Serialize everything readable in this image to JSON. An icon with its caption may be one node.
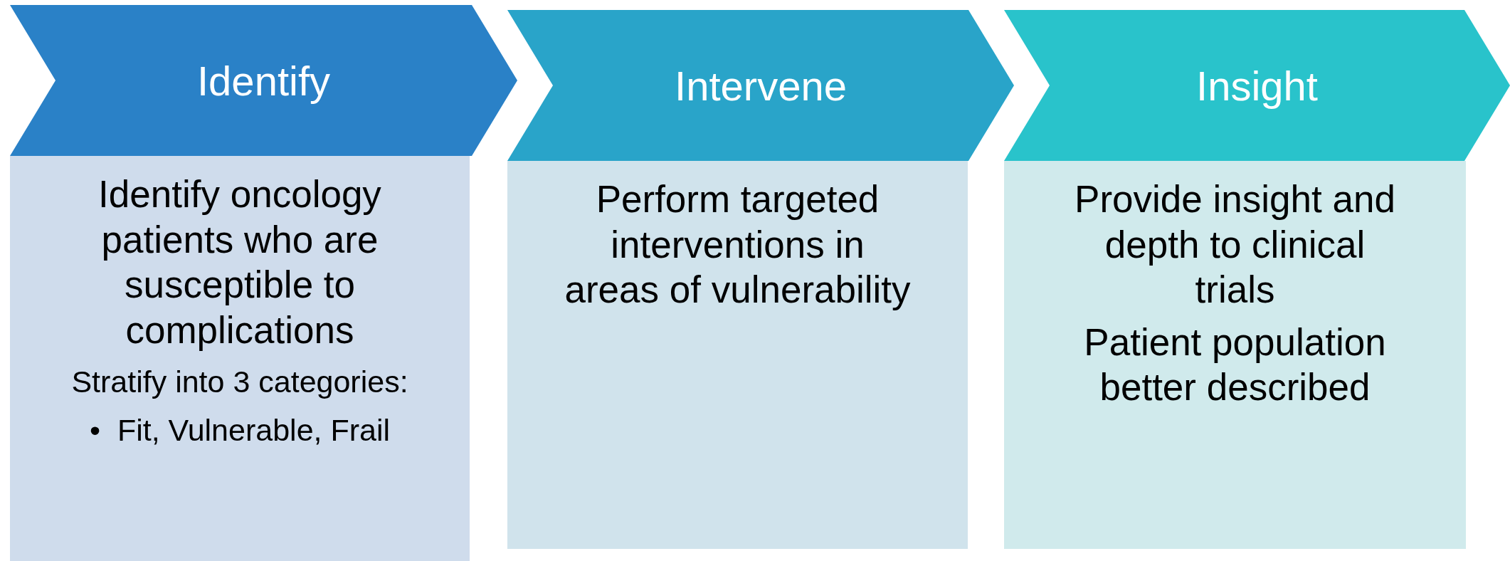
{
  "diagram": {
    "nodes": [
      {
        "text": [
          "Identify"
        ]
      },
      {
        "text": [
          "Identify oncology patients who are susceptible to complications",
          "Stratify into 3 categories:",
          "•  Fit, Vulnerable, Frail"
        ]
      },
      {
        "text": [
          "Intervene"
        ]
      },
      {
        "text": [
          "Perform targeted interventions in areas of vulnerability"
        ]
      },
      {
        "text": [
          "Insight"
        ]
      },
      {
        "text": [
          "Provide insight and depth to clinical trials",
          "Patient population better described"
        ]
      }
    ],
    "edges": []
  }
}
